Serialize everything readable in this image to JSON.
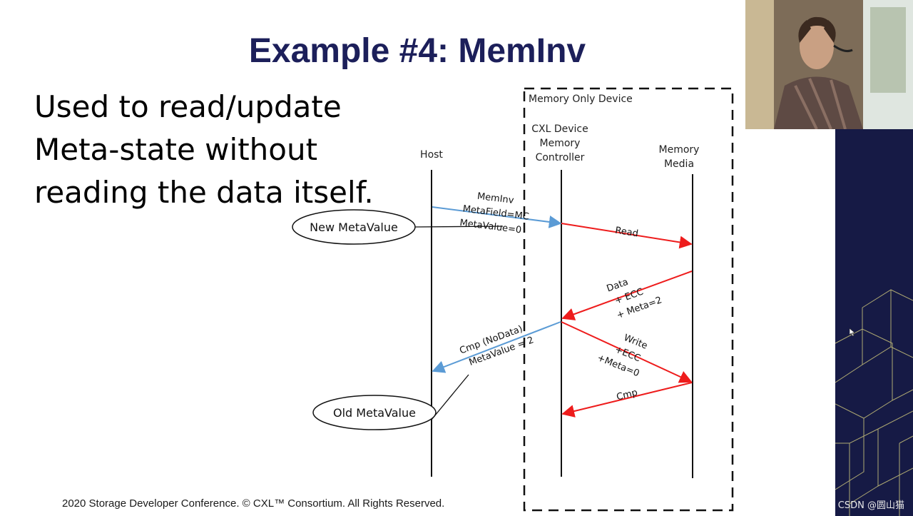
{
  "slide": {
    "title": "Example #4: MemInv",
    "bullet_lines": [
      "Used to read/update",
      "Meta-state without",
      "reading the data itself."
    ],
    "footer": "2020 Storage Developer Conference. © CXL™ Consortium.  All Rights Reserved.",
    "watermark": "CSDN @圆山猫"
  },
  "diagram": {
    "box_label": "Memory Only Device",
    "lifelines": {
      "host": "Host",
      "controller": [
        "CXL Device",
        "Memory",
        "Controller"
      ],
      "media": [
        "Memory",
        "Media"
      ]
    },
    "ellipses": {
      "new_value": "New MetaValue",
      "old_value": "Old MetaValue"
    },
    "messages": {
      "meminv": [
        "MemInv",
        "MetaField=MC",
        "MetaValue=0"
      ],
      "read": "Read",
      "data": [
        "Data",
        "+ ECC",
        "+ Meta=2"
      ],
      "cmp_nodata": [
        "Cmp (NoData)",
        "MetaValue = 2"
      ],
      "write": [
        "Write",
        "+ECC",
        "+Meta=0"
      ],
      "cmp": "Cmp"
    },
    "colors": {
      "host_arrow": "#5b9bd5",
      "device_arrow": "#ee1c1c",
      "title": "#1c1f5a"
    }
  }
}
